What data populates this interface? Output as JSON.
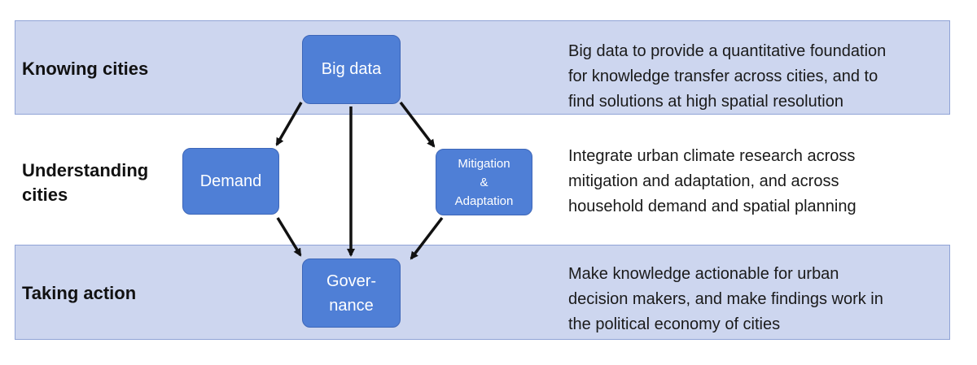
{
  "rows": {
    "knowing": {
      "label": "Knowing cities",
      "description": [
        "Big data to provide a quantitative foundation",
        "for knowledge transfer across cities, and to",
        "find solutions at high spatial resolution"
      ]
    },
    "understanding": {
      "label": [
        "Understanding",
        "cities"
      ],
      "description": [
        "Integrate urban climate research across",
        "mitigation and adaptation, and across",
        "household demand and spatial planning"
      ]
    },
    "taking": {
      "label": "Taking action",
      "description": [
        "Make knowledge actionable for urban",
        "decision makers, and make findings work in",
        "the political economy of cities"
      ]
    }
  },
  "nodes": {
    "big_data": "Big data",
    "demand": "Demand",
    "mitigation": [
      "Mitigation",
      "&",
      "Adaptation"
    ],
    "governance": [
      "Gover-",
      "nance"
    ]
  },
  "colors": {
    "band_fill": "#cdd6ef",
    "band_border": "#8fa3d6",
    "node_fill": "#4f7fd6",
    "arrow": "#111111"
  }
}
